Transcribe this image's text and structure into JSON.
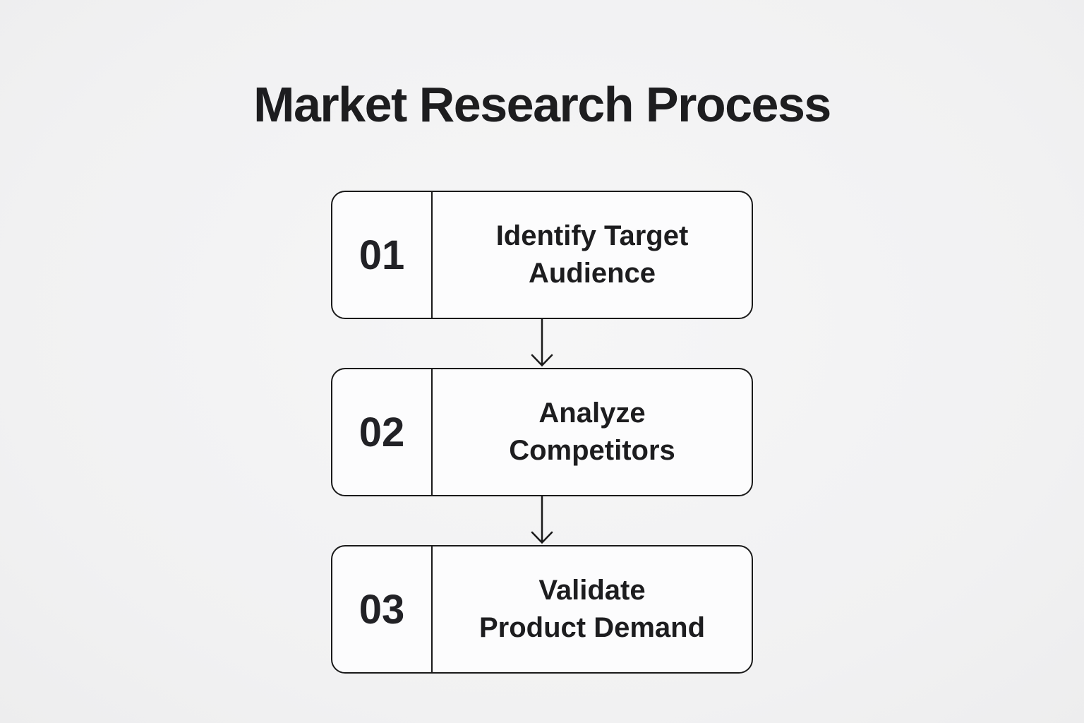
{
  "title": "Market Research Process",
  "steps": [
    {
      "number": "01",
      "label_line1": "Identify Target",
      "label_line2": "Audience"
    },
    {
      "number": "02",
      "label_line1": "Analyze",
      "label_line2": "Competitors"
    },
    {
      "number": "03",
      "label_line1": "Validate",
      "label_line2": "Product Demand"
    }
  ],
  "connectors": [
    {
      "icon": "arrow-down-icon",
      "direction": "down"
    },
    {
      "icon": "arrow-down-icon",
      "direction": "down"
    }
  ],
  "colors": {
    "background": "#f2f2f3",
    "box_fill": "#fcfcfd",
    "stroke": "#1a1a1a",
    "text": "#1d1d1f"
  }
}
